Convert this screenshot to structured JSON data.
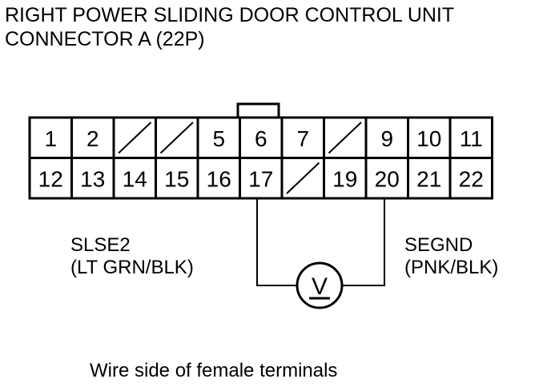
{
  "title": {
    "line1": "RIGHT POWER SLIDING DOOR CONTROL UNIT",
    "line2": "CONNECTOR A (22P)"
  },
  "connector": {
    "top_row": [
      "1",
      "2",
      "",
      "",
      "5",
      "6",
      "7",
      "",
      "9",
      "10",
      "11"
    ],
    "bottom_row": [
      "12",
      "13",
      "14",
      "15",
      "16",
      "17",
      "",
      "19",
      "20",
      "21",
      "22"
    ]
  },
  "left_wire": {
    "name": "SLSE2",
    "color": "(LT GRN/BLK)"
  },
  "right_wire": {
    "name": "SEGND",
    "color": "(PNK/BLK)"
  },
  "meter_symbol": "V",
  "caption": "Wire side of female terminals"
}
